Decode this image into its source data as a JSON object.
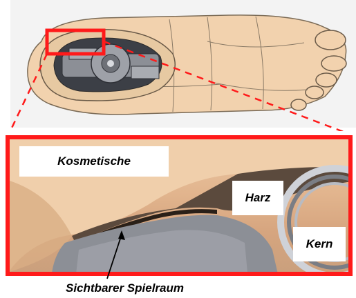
{
  "labels": {
    "cosmetic": "Kosmetische",
    "resin": "Harz",
    "core": "Kern",
    "caption": "Sichtbarer Spielraum"
  },
  "colors": {
    "highlight": "#ff1a1a",
    "skin": "#f2d2ae",
    "core_metal": "#8c8f96"
  }
}
